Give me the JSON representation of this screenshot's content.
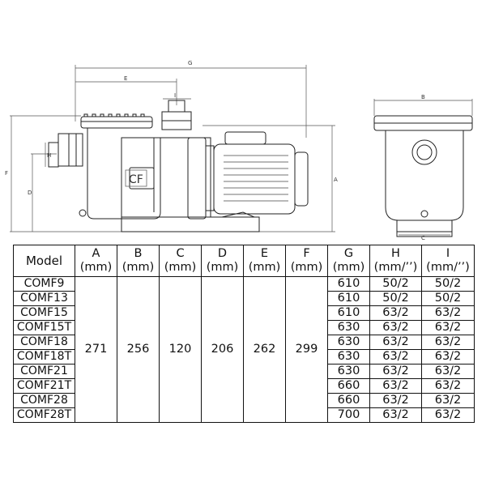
{
  "drawing": {
    "dimension_letters": {
      "a": "A",
      "b": "B",
      "c": "C",
      "d": "D",
      "e": "E",
      "f": "F",
      "g": "G",
      "h": "H",
      "i": "I"
    },
    "logo_text": "CF"
  },
  "table": {
    "model_header": "Model",
    "columns": [
      {
        "letter": "A",
        "unit": "(mm)"
      },
      {
        "letter": "B",
        "unit": "(mm)"
      },
      {
        "letter": "C",
        "unit": "(mm)"
      },
      {
        "letter": "D",
        "unit": "(mm)"
      },
      {
        "letter": "E",
        "unit": "(mm)"
      },
      {
        "letter": "F",
        "unit": "(mm)"
      },
      {
        "letter": "G",
        "unit": "(mm)"
      },
      {
        "letter": "H",
        "unit": "(mm/’’)"
      },
      {
        "letter": "I",
        "unit": "(mm/’’)"
      }
    ],
    "shared": {
      "A": "271",
      "B": "256",
      "C": "120",
      "D": "206",
      "E": "262",
      "F": "299"
    },
    "rows": [
      {
        "model": "COMF9",
        "G": "610",
        "H": "50/2",
        "I": "50/2"
      },
      {
        "model": "COMF13",
        "G": "610",
        "H": "50/2",
        "I": "50/2"
      },
      {
        "model": "COMF15",
        "G": "610",
        "H": "63/2",
        "I": "63/2"
      },
      {
        "model": "COMF15T",
        "G": "630",
        "H": "63/2",
        "I": "63/2"
      },
      {
        "model": "COMF18",
        "G": "630",
        "H": "63/2",
        "I": "63/2"
      },
      {
        "model": "COMF18T",
        "G": "630",
        "H": "63/2",
        "I": "63/2"
      },
      {
        "model": "COMF21",
        "G": "630",
        "H": "63/2",
        "I": "63/2"
      },
      {
        "model": "COMF21T",
        "G": "660",
        "H": "63/2",
        "I": "63/2"
      },
      {
        "model": "COMF28",
        "G": "660",
        "H": "63/2",
        "I": "63/2"
      },
      {
        "model": "COMF28T",
        "G": "700",
        "H": "63/2",
        "I": "63/2"
      }
    ]
  }
}
